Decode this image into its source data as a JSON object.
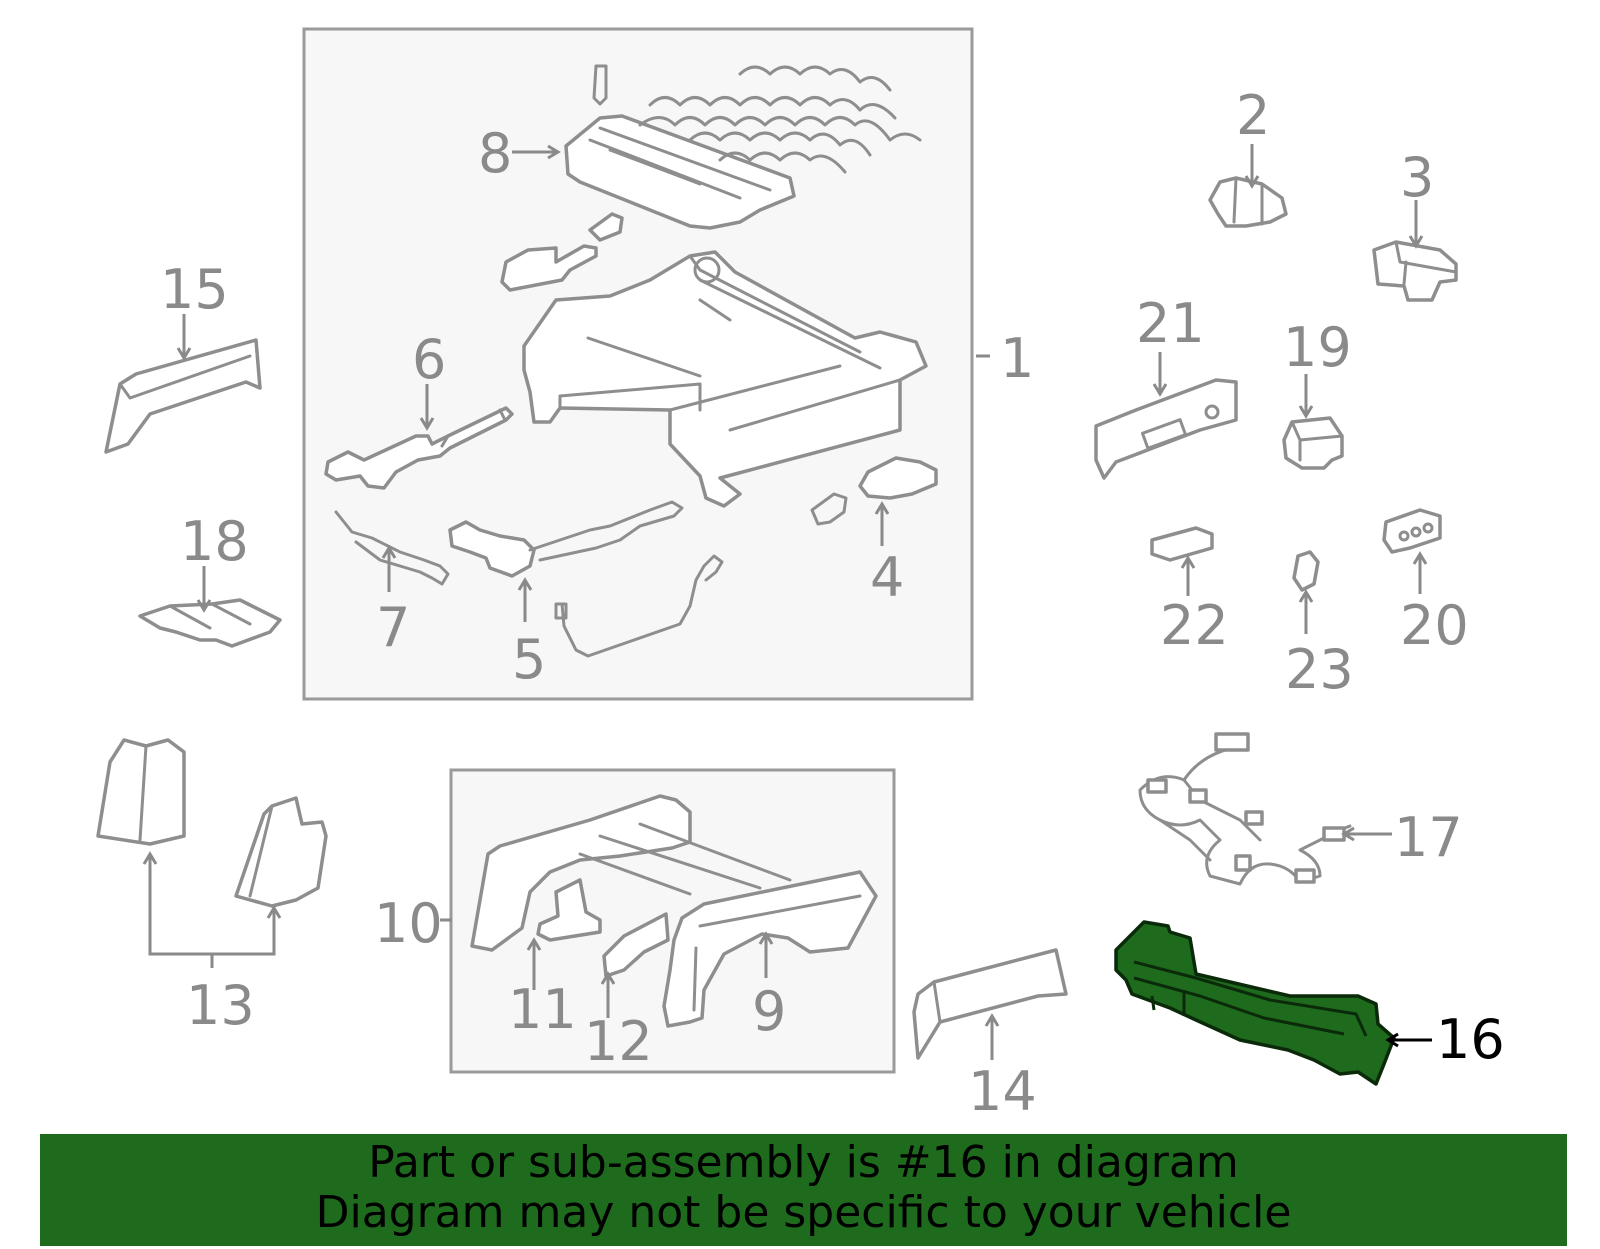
{
  "callouts": {
    "c1": "1",
    "c2": "2",
    "c3": "3",
    "c4": "4",
    "c5": "5",
    "c6": "6",
    "c7": "7",
    "c8": "8",
    "c9": "9",
    "c10": "10",
    "c11": "11",
    "c12": "12",
    "c13": "13",
    "c14": "14",
    "c15": "15",
    "c16": "16",
    "c17": "17",
    "c18": "18",
    "c19": "19",
    "c20": "20",
    "c21": "21",
    "c22": "22",
    "c23": "23"
  },
  "highlighted_part": "16",
  "colors": {
    "highlight_fill": "#1e6b1e",
    "banner_bg": "#1e6b1e",
    "callout_text": "#8a8a8a",
    "highlight_callout_text": "#000000"
  },
  "banner": {
    "line1": "Part or sub-assembly is #16 in diagram",
    "line2": "Diagram may not be specific to your vehicle"
  }
}
